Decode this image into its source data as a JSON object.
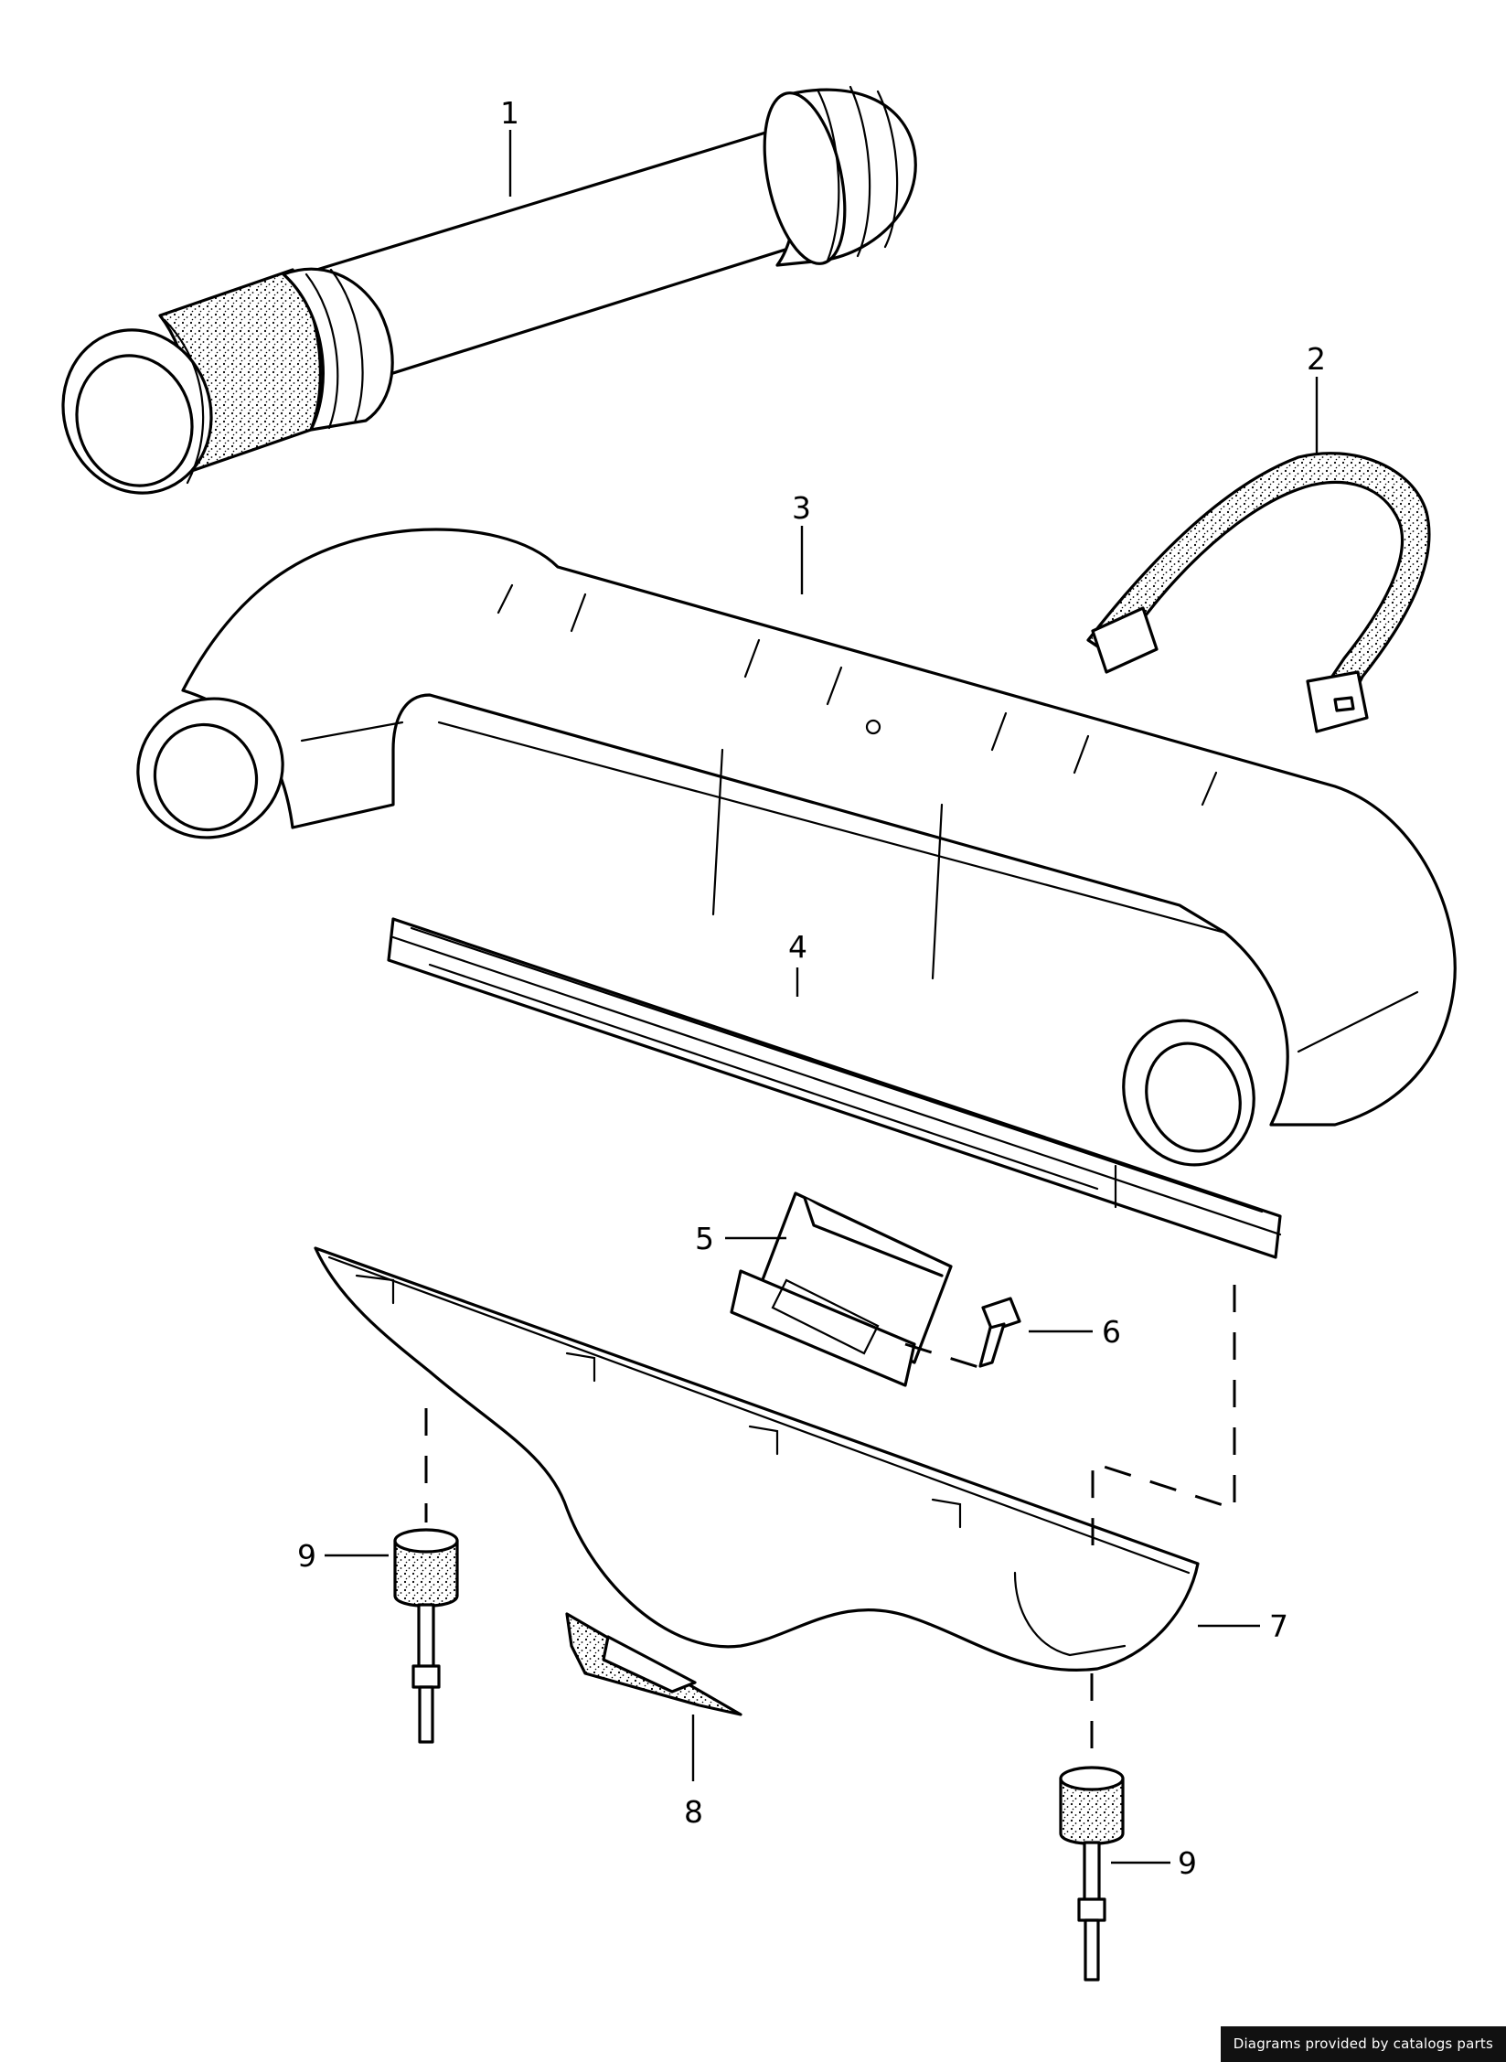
{
  "callouts": {
    "c1": "1",
    "c2": "2",
    "c3": "3",
    "c4": "4",
    "c5": "5",
    "c6": "6",
    "c7": "7",
    "c8": "8",
    "c9a": "9",
    "c9b": "9"
  },
  "footer": {
    "credit": "Diagrams provided by catalogs parts"
  },
  "colors": {
    "line": "#000000",
    "background": "#ffffff",
    "badge": "#111111"
  }
}
